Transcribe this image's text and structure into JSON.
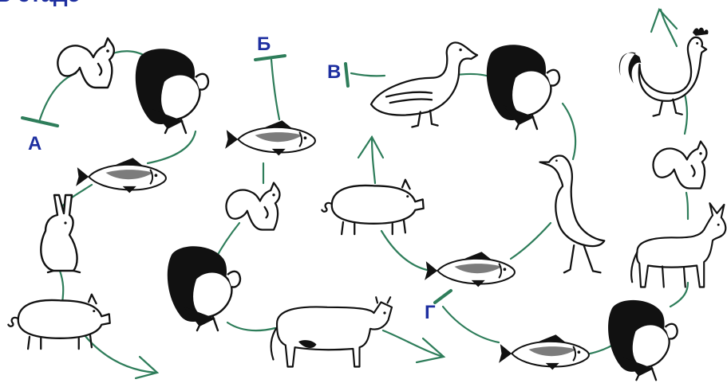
{
  "colors": {
    "path": "#2e7d5a",
    "label": "#1e2fa0",
    "ink": "#111111"
  },
  "header": {
    "text": "В стаде"
  },
  "labels": {
    "A": "А",
    "B": "Б",
    "V": "В",
    "G": "Г"
  },
  "animals": [
    "squirrel",
    "turkey",
    "fish",
    "rabbit",
    "pig",
    "fish",
    "squirrel",
    "turkey",
    "cow",
    "duck",
    "turkey",
    "pig",
    "fish",
    "heron",
    "fish",
    "turkey",
    "rooster",
    "squirrel",
    "donkey"
  ]
}
